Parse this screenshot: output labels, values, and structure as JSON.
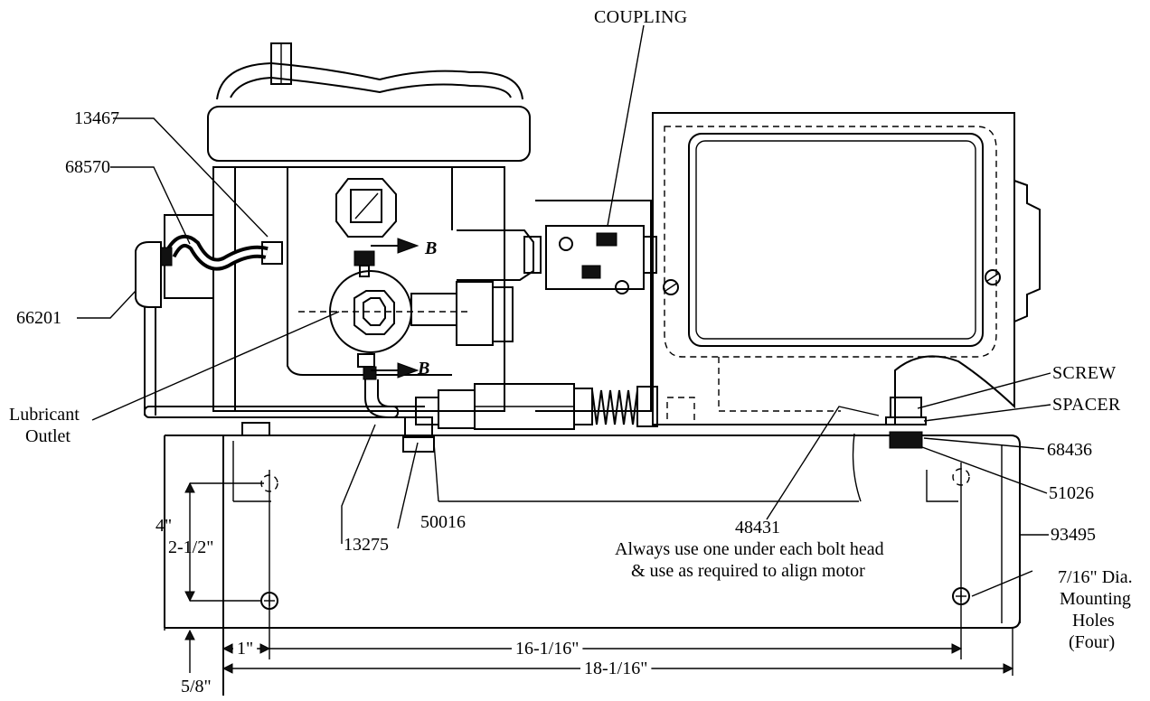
{
  "labels": {
    "coupling": "COUPLING",
    "p13467": "13467",
    "p68570": "68570",
    "p66201": "66201",
    "lubricant_outlet_1": "Lubricant",
    "lubricant_outlet_2": "Outlet",
    "screw": "SCREW",
    "spacer": "SPACER",
    "p68436": "68436",
    "p51026": "51026",
    "p93495": "93495",
    "p48431": "48431",
    "note_1": "Always use one under each bolt head",
    "note_2": "& use as required to align motor",
    "p13275": "13275",
    "p50016": "50016",
    "holes_1": "7/16\" Dia.",
    "holes_2": "Mounting",
    "holes_3": "Holes",
    "holes_4": "(Four)",
    "section_b": "B"
  },
  "dimensions": {
    "d4": "4\"",
    "d2_5": "2-1/2\"",
    "d1": "1\"",
    "d16": "16-1/16\"",
    "d18": "18-1/16\"",
    "d5_8": "5/8\""
  }
}
